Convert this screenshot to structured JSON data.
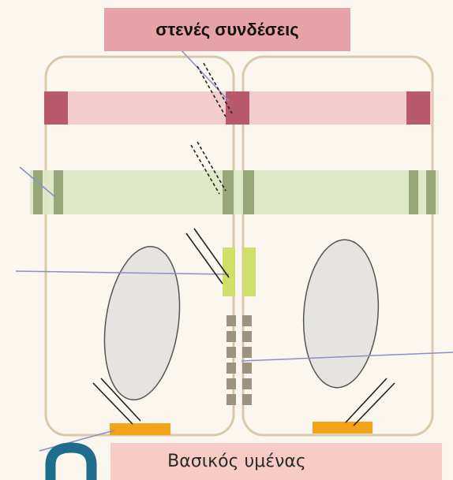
{
  "labels": {
    "tight_junctions": "στενές συνδέσεις",
    "basement_membrane": "Βασικός υμένας"
  },
  "colors": {
    "tight_junction": "#b85a6a",
    "tight_junction_band": "#f2c9c9",
    "adherens_band": "#dde7c4",
    "adherens_junction": "#98a77a",
    "desmosome": "#cfe06a",
    "gap_junction": "#9c927e",
    "hemidesmosome": "#f2a31a",
    "basement_membrane": "#f6ccc4",
    "nucleus": "#e6e4e0",
    "pointer_line": "#8a8fc4",
    "accent_letter": "#1f6d8c"
  },
  "icons": {
    "edge_letter": "partial-letter-glyph"
  }
}
